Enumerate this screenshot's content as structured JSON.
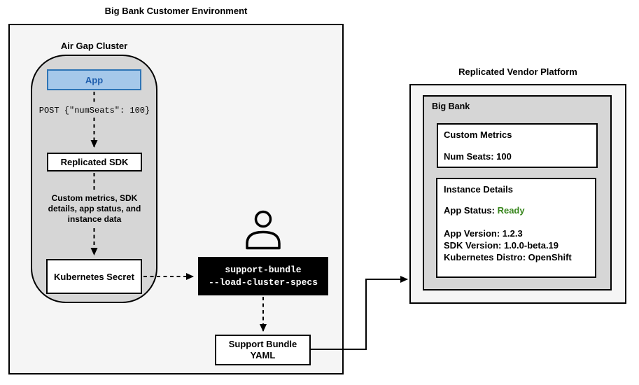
{
  "colors": {
    "env_fill": "#f5f5f5",
    "cluster_fill": "#d6d6d6",
    "node_fill": "#ffffff",
    "app_fill": "#a5c8ea",
    "app_stroke": "#2e75b6",
    "app_text": "#1f5fae",
    "cmd_fill": "#000000",
    "cmd_text": "#ffffff",
    "status_ready": "#38861d"
  },
  "customer_env": {
    "title": "Big Bank Customer Environment",
    "air_gap_title": "Air Gap Cluster",
    "app_label": "App",
    "post_request": "POST {\"numSeats\": 100}",
    "sdk_label": "Replicated SDK",
    "metrics_note": "Custom metrics, SDK\ndetails, app status, and\ninstance data",
    "secret_label": "Kubernetes Secret",
    "support_bundle_command": "support-bundle\n--load-cluster-specs",
    "support_bundle_yaml": "Support Bundle\nYAML"
  },
  "vendor_platform": {
    "title": "Replicated Vendor Platform",
    "team_name": "Big Bank",
    "custom_metrics": {
      "title": "Custom Metrics",
      "num_seats": "Num Seats: 100"
    },
    "instance_details": {
      "title": "Instance Details",
      "app_status_label": "App Status:",
      "app_status_value": "Ready",
      "app_version": "App Version: 1.2.3",
      "sdk_version": "SDK Version: 1.0.0-beta.19",
      "kubernetes_distro": "Kubernetes Distro: OpenShift"
    }
  }
}
